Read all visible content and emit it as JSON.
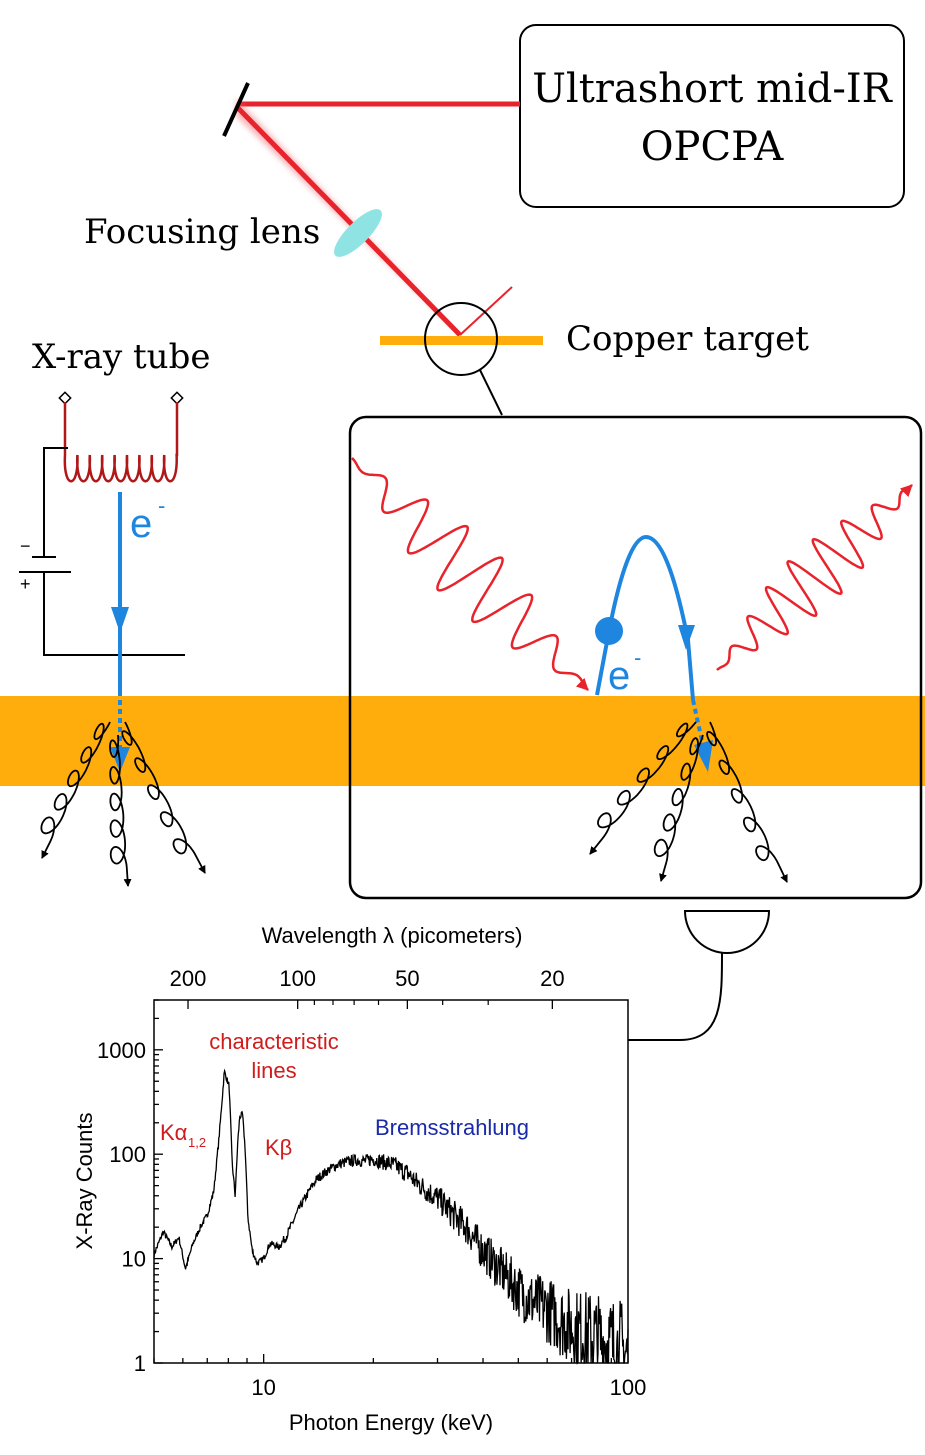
{
  "labels": {
    "laser": [
      "Ultrashort mid-IR",
      "OPCPA"
    ],
    "lens": "Focusing lens",
    "target": "Copper target",
    "tube": "X-ray tube",
    "electron": "e",
    "electron_sup": "-",
    "minus": "−",
    "plus": "+"
  },
  "colors": {
    "laser": "#e8232c",
    "electron": "#1f86e0",
    "copper": "#ffad0d",
    "lens": "#8fe3e3",
    "coil": "#b01818",
    "annotation": "#d01c1c",
    "brems": "#1a2aa8"
  },
  "chart_data": {
    "type": "line",
    "xlabel": "Photon Energy (keV)",
    "ylabel": "X-Ray Counts",
    "top_axis_label": "Wavelength λ (picometers)",
    "xscale": "log",
    "yscale": "log",
    "xlim": [
      5,
      100
    ],
    "ylim": [
      1,
      3000
    ],
    "x_ticks": [
      {
        "v": 10,
        "label": "10"
      },
      {
        "v": 100,
        "label": "100"
      }
    ],
    "y_ticks": [
      {
        "v": 1,
        "label": "1"
      },
      {
        "v": 10,
        "label": "10"
      },
      {
        "v": 100,
        "label": "100"
      },
      {
        "v": 1000,
        "label": "1000"
      }
    ],
    "top_ticks": [
      {
        "pm": 200,
        "label": "200"
      },
      {
        "pm": 100,
        "label": "100"
      },
      {
        "pm": 50,
        "label": "50"
      },
      {
        "pm": 20,
        "label": "20"
      }
    ],
    "annotations": {
      "characteristic": [
        "characteristic",
        "lines"
      ],
      "k_alpha": "Kα",
      "k_alpha_sub": "1,2",
      "k_beta": "Kβ",
      "brems": "Bremsstrahlung"
    },
    "series": [
      {
        "x": [
          5.0,
          5.3,
          5.6,
          5.85,
          6.1,
          6.4,
          6.7,
          7.0,
          7.3,
          7.55,
          7.8,
          8.04,
          8.2,
          8.35,
          8.5,
          8.6,
          8.75,
          8.9,
          9.05,
          9.3,
          9.6,
          10.0,
          10.4,
          11.0,
          11.5,
          12.0,
          12.5,
          13.0,
          13.5,
          14.0,
          15.0,
          16.0,
          17.0,
          18.0,
          19.0,
          20.0,
          21.0,
          22.0,
          23.0,
          24.0,
          25.0,
          26.0,
          27.0,
          28.0,
          30.0,
          32.0,
          34.0,
          36.0,
          38.0,
          40.0,
          43.0,
          46.0,
          50.0,
          54.0,
          58.0,
          62.0,
          66.0,
          70.0,
          75.0,
          80.0,
          85.0,
          90.0,
          95.0,
          100.0
        ],
        "y": [
          11,
          18,
          13,
          16,
          8,
          14,
          20,
          26,
          45,
          150,
          620,
          450,
          80,
          40,
          140,
          230,
          240,
          110,
          25,
          12,
          9,
          10,
          14,
          13,
          16,
          22,
          30,
          38,
          48,
          58,
          70,
          80,
          85,
          88,
          86,
          90,
          85,
          82,
          78,
          70,
          65,
          55,
          50,
          45,
          38,
          30,
          24,
          20,
          15,
          12,
          9,
          7,
          5,
          4,
          3.5,
          3,
          2.5,
          2.2,
          2.0,
          1.8,
          1.6,
          1.5,
          1.3,
          1.2
        ]
      }
    ]
  }
}
